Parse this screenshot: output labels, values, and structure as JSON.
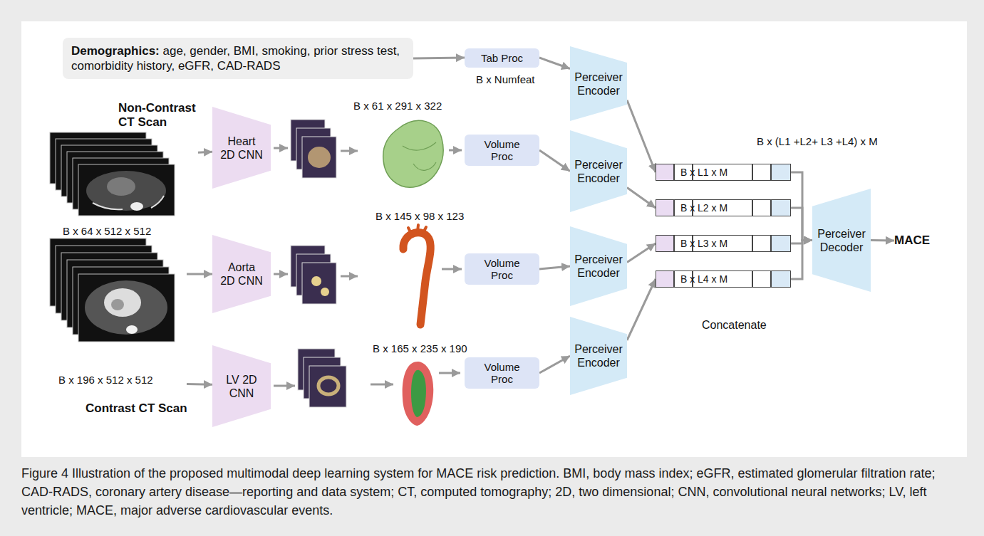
{
  "diagram": {
    "caption": "Figure 4 Illustration of the proposed multimodal deep learning system for MACE risk prediction. BMI, body mass index; eGFR, estimated glomerular filtration rate; CAD-RADS, coronary artery disease—reporting and data system; CT, computed tomography; 2D, two dimensional; CNN, convolutional neural networks; LV, left ventricle; MACE, major adverse cardiovascular events.",
    "nodes": [
      {
        "text": [
          "Demographics:",
          "age, gender, BMI, smoking, prior stress test, comorbidity history, eGFR, CAD-RADS"
        ]
      },
      {
        "text": [
          "Tab Proc"
        ]
      },
      {
        "text": [
          "Non-Contrast CT Scan"
        ]
      },
      {
        "text": [
          "Contrast CT Scan"
        ]
      },
      {
        "text": [
          "Heart 2D CNN"
        ]
      },
      {
        "text": [
          "Aorta 2D CNN"
        ]
      },
      {
        "text": [
          "LV 2D CNN"
        ]
      },
      {
        "text": [
          "Volume Proc"
        ]
      },
      {
        "text": [
          "Volume Proc"
        ]
      },
      {
        "text": [
          "Volume Proc"
        ]
      },
      {
        "text": [
          "Perceiver Encoder"
        ]
      },
      {
        "text": [
          "Perceiver Encoder"
        ]
      },
      {
        "text": [
          "Perceiver Encoder"
        ]
      },
      {
        "text": [
          "Perceiver Encoder"
        ]
      },
      {
        "text": [
          "B x L1 x M"
        ]
      },
      {
        "text": [
          "B x L2 x M"
        ]
      },
      {
        "text": [
          "B x L3 x M"
        ]
      },
      {
        "text": [
          "B x L4 x M"
        ]
      },
      {
        "text": [
          "Perceiver Decoder"
        ]
      },
      {
        "text": [
          "MACE"
        ]
      }
    ],
    "edges": [
      {
        "from": 0,
        "to": 1,
        "arrow": "to"
      },
      {
        "from": 1,
        "to": 10,
        "arrow": "to"
      },
      {
        "from": 2,
        "to": 4,
        "arrow": "to"
      },
      {
        "from": 3,
        "to": 5,
        "arrow": "to"
      },
      {
        "from": 3,
        "to": 6,
        "arrow": "to"
      },
      {
        "from": 7,
        "to": 11,
        "arrow": "to"
      },
      {
        "from": 8,
        "to": 12,
        "arrow": "to"
      },
      {
        "from": 9,
        "to": 13,
        "arrow": "to"
      },
      {
        "from": 10,
        "to": 14,
        "arrow": "to"
      },
      {
        "from": 11,
        "to": 15,
        "arrow": "to"
      },
      {
        "from": 12,
        "to": 16,
        "arrow": "to"
      },
      {
        "from": 13,
        "to": 17,
        "arrow": "to"
      },
      {
        "from": 14,
        "to": 18,
        "arrow": "to"
      },
      {
        "from": 15,
        "to": 18,
        "arrow": "to"
      },
      {
        "from": 16,
        "to": 18,
        "arrow": "to"
      },
      {
        "from": 17,
        "to": 18,
        "arrow": "to"
      },
      {
        "from": 18,
        "to": 19,
        "arrow": "to"
      }
    ],
    "labels": [
      "B x Numfeat",
      "B x 64 x 512 x 512",
      "B x 196 x 512 x 512",
      "B x 61 x 291 x 322",
      "B x 145 x 98 x 123",
      "B x 165 x 235 x 190",
      "B x (L1 +L2+ L3 +L4) x M",
      "Concatenate"
    ]
  }
}
